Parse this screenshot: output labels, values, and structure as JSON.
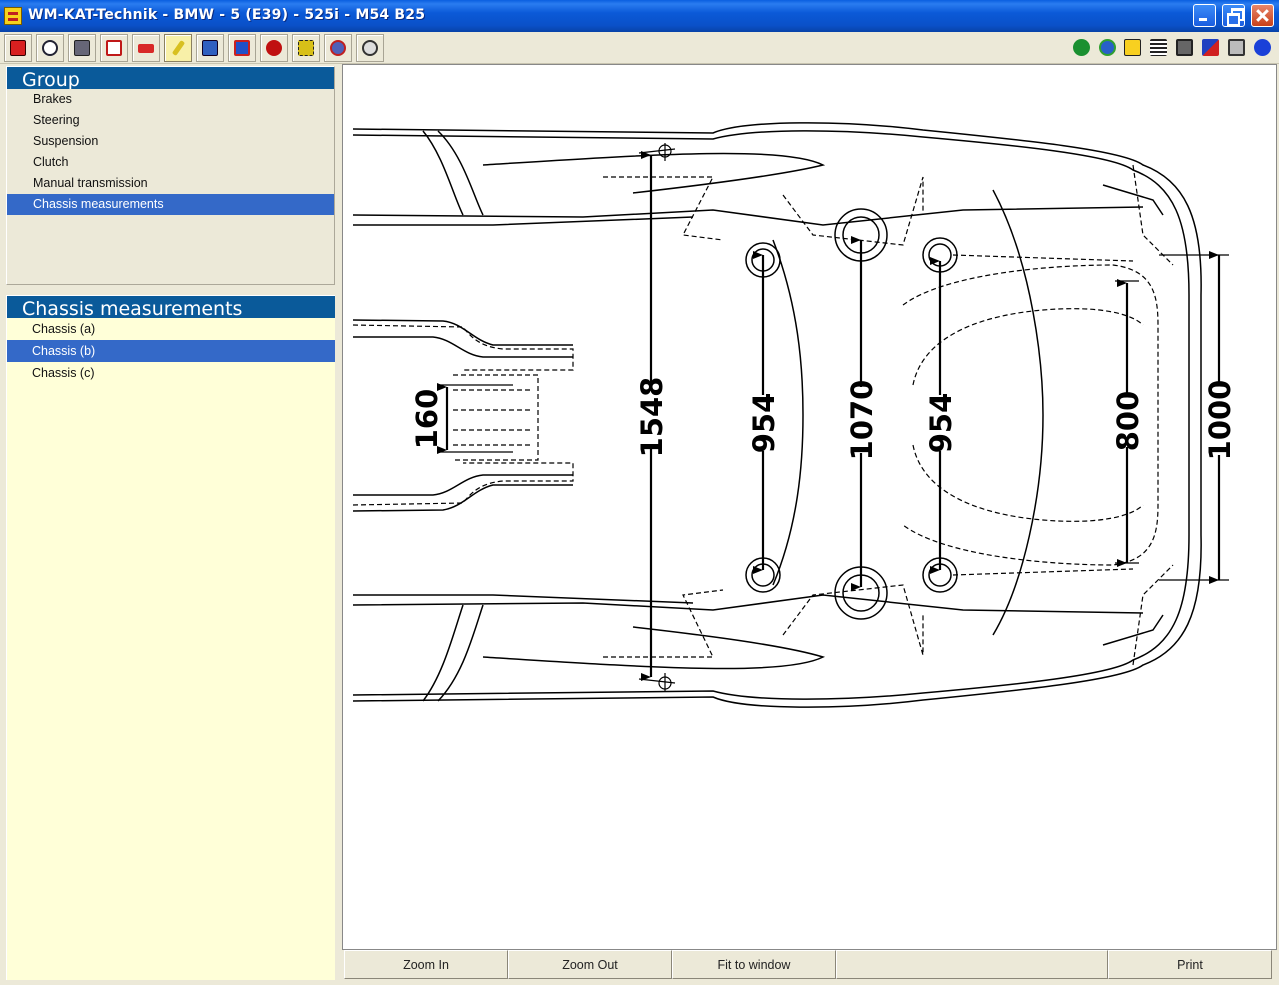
{
  "window": {
    "title": "WM-KAT-Technik - BMW - 5 (E39) - 525i - M54 B25"
  },
  "toolbar": {
    "left_icons": [
      "car-icon",
      "search-info-icon",
      "wrench-parts-icon",
      "checklist-icon",
      "oil-can-icon",
      "pencil-icon",
      "engine-diagnostic-icon",
      "wiring-icon",
      "warning-icon",
      "gear-parts-icon",
      "brake-icon",
      "pid-gear-icon"
    ],
    "right_icons": [
      "back-arrow-icon",
      "globe-icon",
      "info-icon",
      "list-icon",
      "book-icon",
      "flag-icon",
      "printer-icon",
      "help-icon"
    ],
    "active_index": 5
  },
  "group_panel": {
    "header": "Group",
    "items": [
      "Brakes",
      "Steering",
      "Suspension",
      "Clutch",
      "Manual transmission",
      "Chassis measurements"
    ],
    "selected_index": 5
  },
  "chassis_panel": {
    "header": "Chassis measurements",
    "items": [
      "Chassis (a)",
      "Chassis (b)",
      "Chassis (c)"
    ],
    "selected_index": 1
  },
  "drawing": {
    "dimensions": [
      "160",
      "1548",
      "954",
      "1070",
      "954",
      "800",
      "1000"
    ]
  },
  "bottom_buttons": {
    "zoom_in": "Zoom In",
    "zoom_out": "Zoom Out",
    "fit": "Fit to window",
    "print": "Print"
  },
  "colors": {
    "selection": "#3469c8",
    "header": "#0a5a9a",
    "list_bg": "#ffffd8"
  }
}
